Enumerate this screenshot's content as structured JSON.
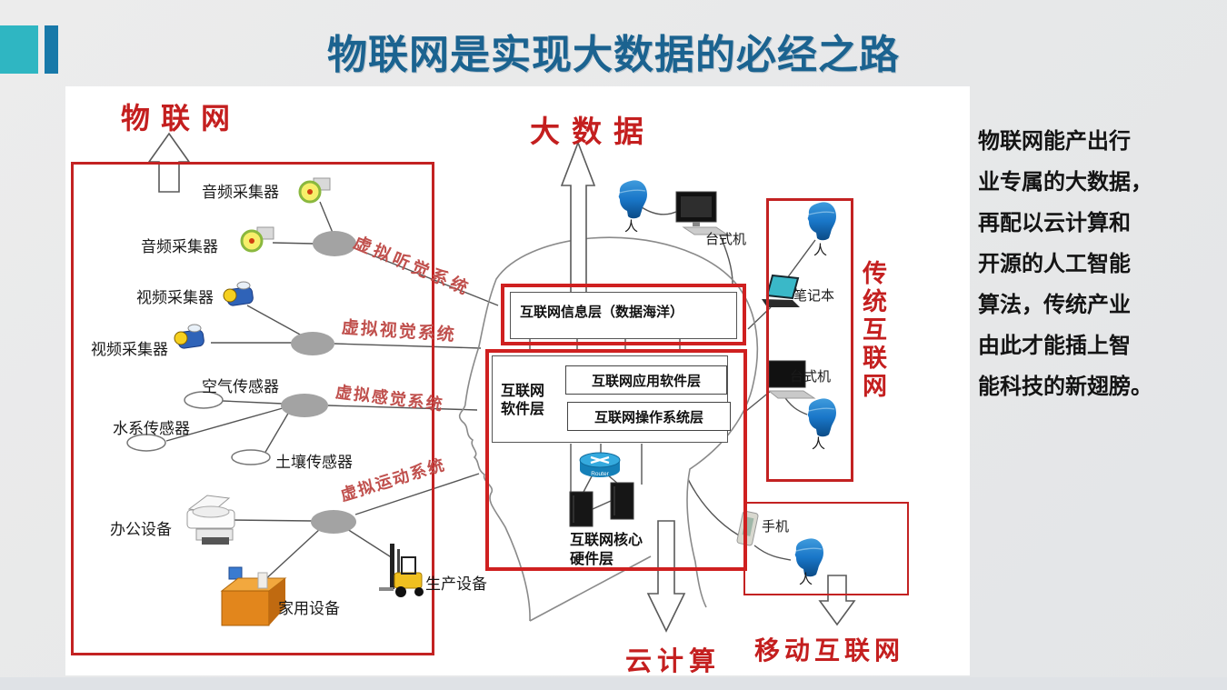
{
  "colors": {
    "title_blue": "#1b6390",
    "accent_red": "#c32222",
    "system_red": "#c0504d",
    "teal_square": "#2fb6c2",
    "blue_bar": "#1879a9",
    "head_blue": "#1976c8"
  },
  "slide": {
    "title": "物联网是实现大数据的必经之路",
    "side_text": [
      "物联网能产出行",
      "业专属的大数据，",
      "再配以云计算和",
      "开源的人工智能",
      "算法，传统产业",
      "由此才能插上智",
      "能科技的新翅膀。"
    ]
  },
  "diagram": {
    "iot": "物联网",
    "big_data": "大数据",
    "cloud": "云计算",
    "mobile_internet": "移动互联网",
    "traditional_internet": "传统互联网",
    "systems": {
      "hearing": "虚拟听觉系统",
      "vision": "虚拟视觉系统",
      "feeling": "虚拟感觉系统",
      "motion": "虚拟运动系统"
    },
    "devices": {
      "audio1": "音频采集器",
      "audio2": "音频采集器",
      "video1": "视频采集器",
      "video2": "视频采集器",
      "air": "空气传感器",
      "water": "水系传感器",
      "soil": "土壤传感器",
      "office": "办公设备",
      "home": "家用设备",
      "production": "生产设备"
    },
    "layers": {
      "info": "互联网信息层（数据海洋）",
      "software": "互联网软件层",
      "app": "互联网应用软件层",
      "os": "互联网操作系统层",
      "hardware": "互联网核心硬件层"
    },
    "router": "Router",
    "people": {
      "top_person": "人",
      "top_desktop": "台式机",
      "right_person_top": "人",
      "laptop": "笔记本",
      "right_desktop": "台式机",
      "right_person_bottom": "人",
      "phone": "手机",
      "phone_person": "人"
    }
  }
}
